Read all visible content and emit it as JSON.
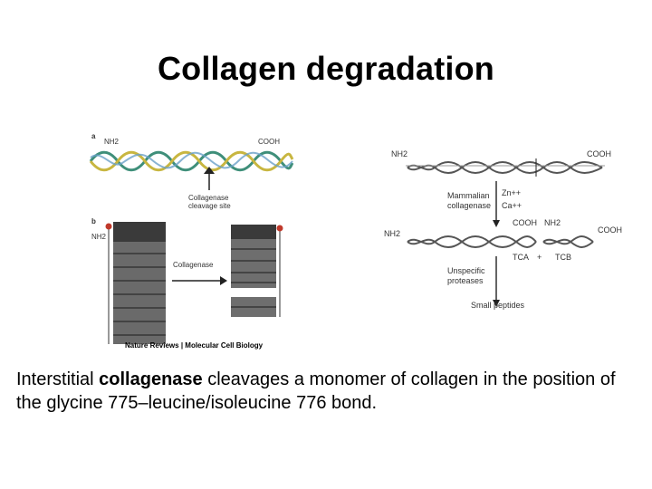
{
  "title": "Collagen degradation",
  "figure_left": {
    "panel_a": "a",
    "panel_b": "b",
    "nh2_a": "NH2",
    "cooh_a": "COOH",
    "cleavage_label_1": "Collagenase",
    "cleavage_label_2": "cleavage site",
    "nh2_b": "NH2",
    "collagenase_b": "Collagenase",
    "credit_1": "Nature Reviews",
    "credit_sep": " | ",
    "credit_2": "Molecular Cell Biology"
  },
  "figure_right": {
    "nh2_top": "NH2",
    "cooh_top": "COOH",
    "enzyme_1": "Mammalian",
    "enzyme_2": "collagenase",
    "zn": "Zn++",
    "ca": "Ca++",
    "nh2_mid": "NH2",
    "cooh_mid_left": "COOH",
    "nh2_mid_right": "NH2",
    "cooh_mid": "COOH",
    "tca": "TCA",
    "plus": "+",
    "tcb": "TCB",
    "proteases_1": "Unspecific",
    "proteases_2": "proteases",
    "peptides": "Small peptides"
  },
  "caption": {
    "pre": "Interstitial ",
    "bold": "collagenase",
    "post": " cleavages a monomer of collagen in the position of the glycine 775–leucine/isoleucine 776 bond."
  }
}
